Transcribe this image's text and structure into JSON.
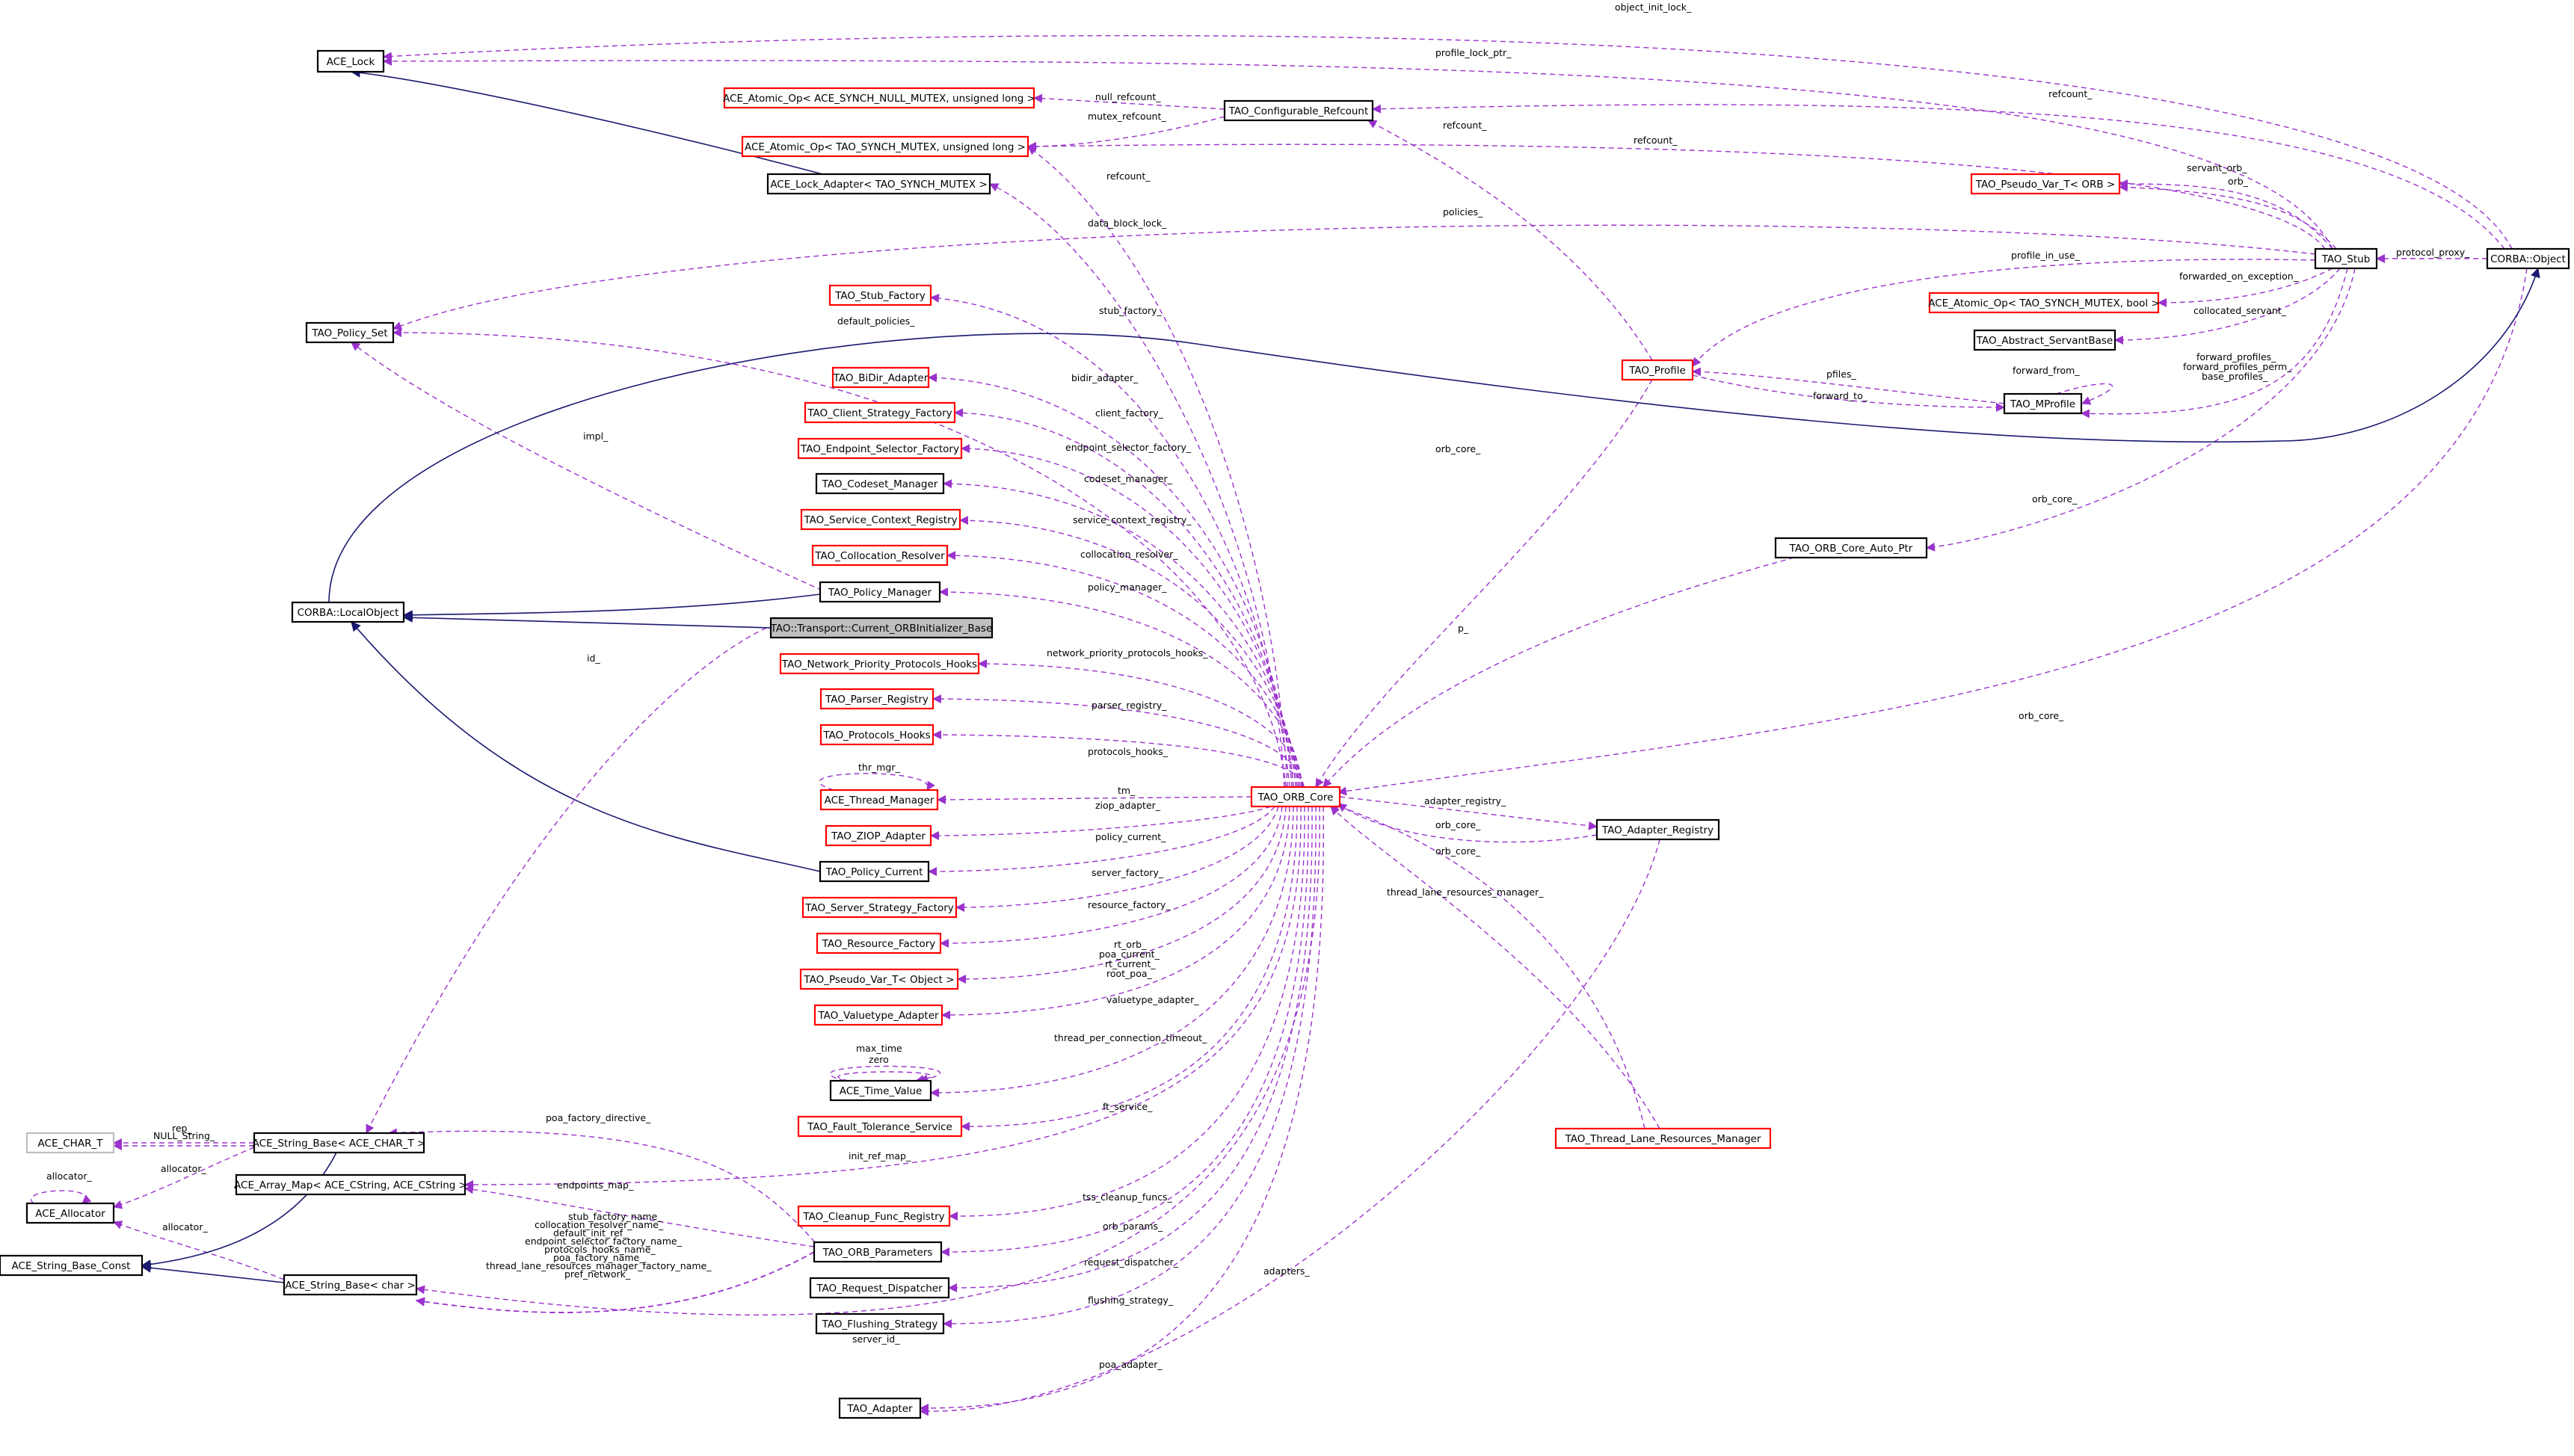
{
  "colors": {
    "dependency_edge": "#9a32cd",
    "inheritance_edge": "#191970",
    "red_border": "#ff0000",
    "black_border": "#000000",
    "gray_border": "#bfbfbf",
    "focus_fill": "#bfbfbf"
  },
  "nodes": {
    "ace_lock": "ACE_Lock",
    "atomic_null": "ACE_Atomic_Op< ACE_SYNCH_NULL_MUTEX, unsigned long >",
    "configurable_refcount": "TAO_Configurable_Refcount",
    "atomic_mutex": "ACE_Atomic_Op< TAO_SYNCH_MUTEX, unsigned long >",
    "lock_adapter": "ACE_Lock_Adapter< TAO_SYNCH_MUTEX >",
    "pseudo_var_orb": "TAO_Pseudo_Var_T< ORB >",
    "tao_stub": "TAO_Stub",
    "corba_object": "CORBA::Object",
    "atomic_bool": "ACE_Atomic_Op< TAO_SYNCH_MUTEX, bool >",
    "abstract_servantbase": "TAO_Abstract_ServantBase",
    "tao_profile": "TAO_Profile",
    "tao_mprofile": "TAO_MProfile",
    "stub_factory": "TAO_Stub_Factory",
    "policy_set": "TAO_Policy_Set",
    "bidir_adapter": "TAO_BiDir_Adapter",
    "client_strategy_factory": "TAO_Client_Strategy_Factory",
    "endpoint_selector_factory": "TAO_Endpoint_Selector_Factory",
    "codeset_manager": "TAO_Codeset_Manager",
    "service_context_registry": "TAO_Service_Context_Registry",
    "collocation_resolver": "TAO_Collocation_Resolver",
    "policy_manager": "TAO_Policy_Manager",
    "local_object": "CORBA::LocalObject",
    "orb_initializer_base": "TAO::Transport::Current_ORBInitializer_Base",
    "orb_core_auto_ptr": "TAO_ORB_Core_Auto_Ptr",
    "network_priority_hooks": "TAO_Network_Priority_Protocols_Hooks",
    "parser_registry": "TAO_Parser_Registry",
    "protocols_hooks": "TAO_Protocols_Hooks",
    "thread_manager": "ACE_Thread_Manager",
    "orb_core": "TAO_ORB_Core",
    "adapter_registry": "TAO_Adapter_Registry",
    "ziop_adapter": "TAO_ZIOP_Adapter",
    "policy_current": "TAO_Policy_Current",
    "server_strategy_factory": "TAO_Server_Strategy_Factory",
    "resource_factory": "TAO_Resource_Factory",
    "pseudo_var_object": "TAO_Pseudo_Var_T< Object >",
    "valuetype_adapter": "TAO_Valuetype_Adapter",
    "time_value": "ACE_Time_Value",
    "fault_tolerance_service": "TAO_Fault_Tolerance_Service",
    "thread_lane_resources_manager": "TAO_Thread_Lane_Resources_Manager",
    "char_t": "ACE_CHAR_T",
    "string_base_char_t": "ACE_String_Base< ACE_CHAR_T >",
    "array_map": "ACE_Array_Map< ACE_CString, ACE_CString >",
    "ace_allocator": "ACE_Allocator",
    "cleanup_func_registry": "TAO_Cleanup_Func_Registry",
    "orb_parameters": "TAO_ORB_Parameters",
    "string_base_const": "ACE_String_Base_Const",
    "string_base_char": "ACE_String_Base< char >",
    "request_dispatcher": "TAO_Request_Dispatcher",
    "flushing_strategy": "TAO_Flushing_Strategy",
    "tao_adapter": "TAO_Adapter"
  },
  "edge_labels": {
    "object_init_lock": "object_init_lock_",
    "profile_lock_ptr": "profile_lock_ptr_",
    "null_refcount": "null_refcount_",
    "refcount_obj": "refcount_",
    "mutex_refcount": "mutex_refcount_",
    "refcount_profile": "refcount_",
    "refcount_stub": "refcount_",
    "refcount_core": "refcount_",
    "data_block_lock": "data_block_lock_",
    "servant_orb": "servant_orb_",
    "orb": "orb_",
    "policies": "policies_",
    "protocol_proxy": "protocol_proxy_",
    "profile_in_use": "profile_in_use_",
    "forwarded_on_exception": "forwarded_on_exception_",
    "collocated_servant": "collocated_servant_",
    "stub_factory": "stub_factory_",
    "default_policies": "default_policies_",
    "forward_from": "forward_from_",
    "pfiles": "pfiles_",
    "forward_to": "forward_to_",
    "forward_profiles": "forward_profiles_",
    "forward_profiles_perm": "forward_profiles_perm_",
    "base_profiles": "base_profiles_",
    "bidir_adapter": "bidir_adapter_",
    "client_factory": "client_factory_",
    "impl": "impl_",
    "endpoint_selector_factory": "endpoint_selector_factory_",
    "orb_core_profile": "orb_core_",
    "codeset_manager": "codeset_manager_",
    "orb_core_autoptr": "orb_core_",
    "service_context_registry": "service_context_registry_",
    "collocation_resolver": "collocation_resolver_",
    "policy_manager": "policy_manager_",
    "p": "p_",
    "id": "id_",
    "network_priority_protocols_hooks": "network_priority_protocols_hooks_",
    "parser_registry": "parser_registry_",
    "orb_core_object": "orb_core_",
    "protocols_hooks": "protocols_hooks_",
    "thr_mgr": "thr_mgr_",
    "tm": "tm_",
    "adapter_registry": "adapter_registry_",
    "ziop_adapter": "ziop_adapter_",
    "orb_core_registry": "orb_core_",
    "policy_current": "policy_current_",
    "orb_core_tlrm": "orb_core_",
    "thread_lane_resources_manager": "thread_lane_resources_manager_",
    "server_factory": "server_factory_",
    "resource_factory": "resource_factory_",
    "rt_orb": "rt_orb_",
    "poa_current": "poa_current_",
    "rt_current": "rt_current_",
    "root_poa": "root_poa_",
    "valuetype_adapter": "valuetype_adapter_",
    "thread_per_connection_timeout": "thread_per_connection_timeout_",
    "max_time": "max_time",
    "zero": "zero",
    "ft_service": "ft_service_",
    "rep": "rep_",
    "null_string": "NULL_String_",
    "poa_factory_directive": "poa_factory_directive_",
    "allocator_a": "allocator_",
    "allocator_self": "allocator_",
    "init_ref_map": "init_ref_map_",
    "endpoints_map": "endpoints_map_",
    "tss_cleanup_funcs": "tss_cleanup_funcs_",
    "stub_factory_name": "stub_factory_name_",
    "collocation_resolver_name": "collocation_resolver_name_",
    "default_init_ref": "default_init_ref_",
    "endpoint_selector_factory_name": "endpoint_selector_factory_name_",
    "orb_params": "orb_params_",
    "allocator_b": "allocator_",
    "protocols_hooks_name": "protocols_hooks_name_",
    "poa_factory_name": "poa_factory_name_",
    "thread_lane_resources_manager_factory_name": "thread_lane_resources_manager_factory_name_",
    "pref_network": "pref_network_",
    "request_dispatcher": "request_dispatcher_",
    "adapters": "adapters_",
    "flushing_strategy": "flushing_strategy_",
    "server_id": "server_id_",
    "poa_adapter": "poa_adapter_"
  }
}
